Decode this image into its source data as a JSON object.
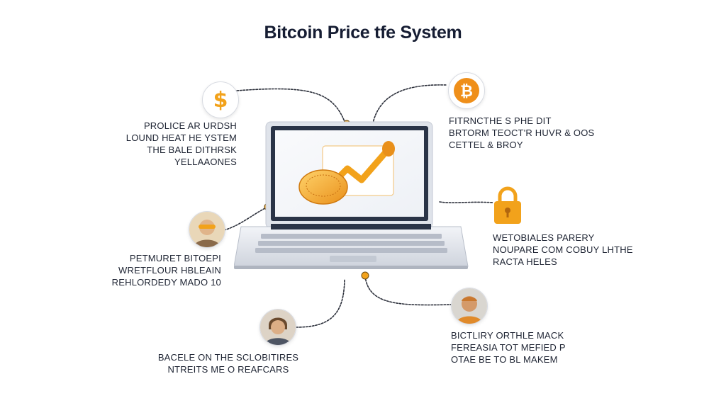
{
  "title": "Bitcoin Price tfe System",
  "nodes": {
    "dollar": {
      "icon": "dollar-coin-icon",
      "lines": [
        "PROLICE AR URDSH",
        "LOUND HEAT HE YSTEM",
        "THE BALE DITHRSK",
        "YELLAAONES"
      ]
    },
    "bitcoin": {
      "icon": "bitcoin-coin-icon",
      "lines": [
        "FITRNCTHE S PHE DIT",
        "BRTORM TEOCT'R HUVR & OOS",
        "CETTEL & BROY"
      ]
    },
    "lock": {
      "icon": "padlock-icon",
      "lines": [
        "WETOBIALES PARERY",
        "NOUPARE COM COBUY LHTHE",
        "RACTA HELES"
      ]
    },
    "person_left": {
      "icon": "avatar-icon",
      "lines": [
        "PETMURET BITOEPI",
        "WRETFLOUR HBLEAIN",
        "REHLORDEDY MADO 10"
      ]
    },
    "person_bottom": {
      "icon": "avatar-icon",
      "lines": [
        "BACELE ON THE SCLOBITIRES",
        "NTREITS ME O REAFCARS"
      ]
    },
    "person_right": {
      "icon": "avatar-icon",
      "lines": [
        "BICTLIRY ORTHLE MACK",
        "FEREASIA TOT MEFIED P",
        "OTAE BE TO BL MAKEM"
      ]
    }
  },
  "colors": {
    "accent": "#f2a21b",
    "accent_dark": "#e07f12",
    "connector": "#2b2f3a",
    "laptop_body": "#e6e9ef",
    "laptop_frame": "#2a3447"
  }
}
